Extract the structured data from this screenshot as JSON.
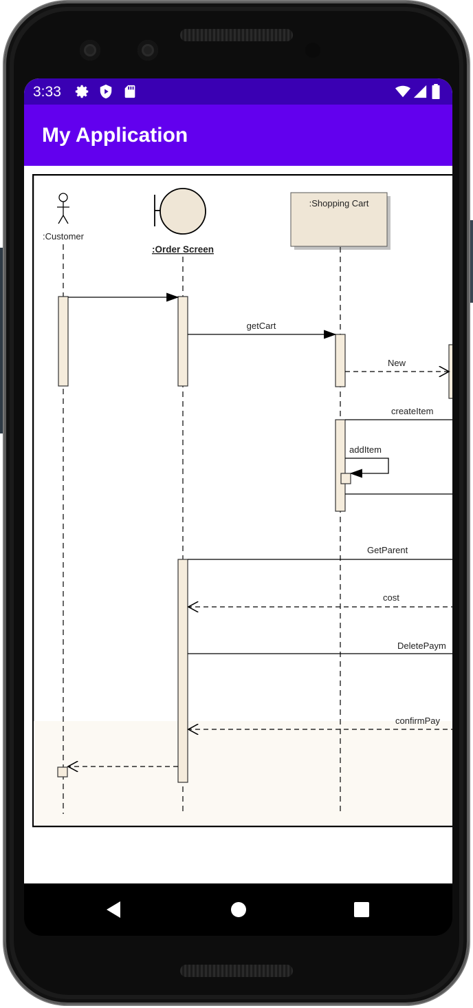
{
  "status_bar": {
    "time": "3:33",
    "icons": [
      "gear-icon",
      "shield-icon",
      "sd-card-icon",
      "wifi-icon",
      "signal-icon",
      "battery-icon"
    ]
  },
  "app_bar": {
    "title": "My Application"
  },
  "diagram": {
    "lifelines": {
      "customer": ":Customer",
      "order_screen": ":Order Screen",
      "shopping_cart": ":Shopping Cart"
    },
    "messages": {
      "get_cart": "getCart",
      "new": "New",
      "create_item": "createItem",
      "add_item": "addItem",
      "get_parent": "GetParent",
      "cost": "cost",
      "delete_payment": "DeletePaym",
      "confirm_payment": "confirmPay"
    }
  },
  "nav_bar": {
    "buttons": [
      "back-icon",
      "home-icon",
      "recents-icon"
    ]
  },
  "colors": {
    "status_bar": "#3a00b3",
    "app_bar": "#6200ee",
    "activation": "#f5ecdc",
    "lifeline_box": "#efe6d6"
  }
}
